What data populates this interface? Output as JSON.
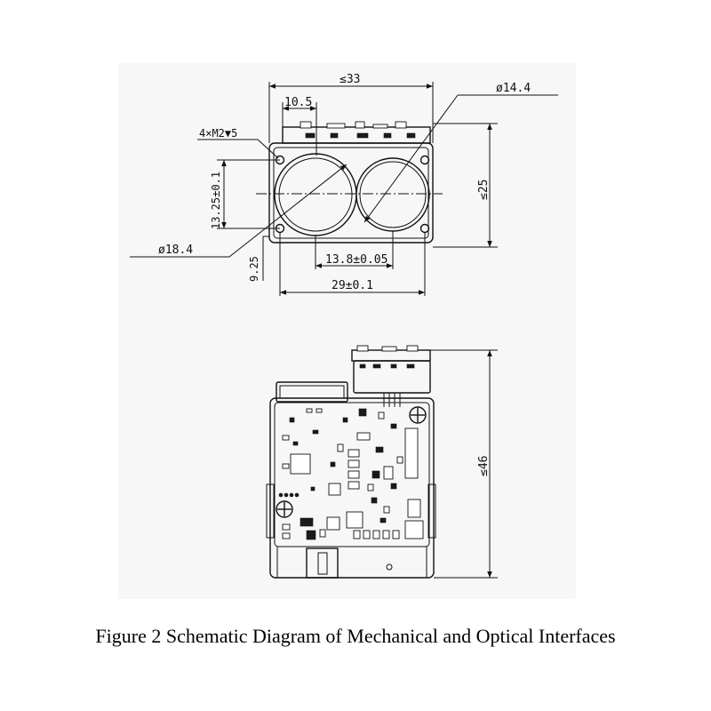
{
  "figure": {
    "caption": "Figure 2 Schematic Diagram of Mechanical and Optical Interfaces"
  },
  "front_view": {
    "dims": {
      "overall_width": "≤33",
      "hole_offset": "10.5",
      "mount_holes": "4×M2▼5",
      "hole_vertical": "13.25±0.1",
      "lens_diameter_right": "ø14.4",
      "lens_diameter_left": "ø18.4",
      "height": "≤25",
      "vertical_offset": "9.25",
      "lens_spacing": "13.8±0.05",
      "hole_spacing": "29±0.1"
    }
  },
  "side_view": {
    "dims": {
      "height": "≤46"
    }
  }
}
